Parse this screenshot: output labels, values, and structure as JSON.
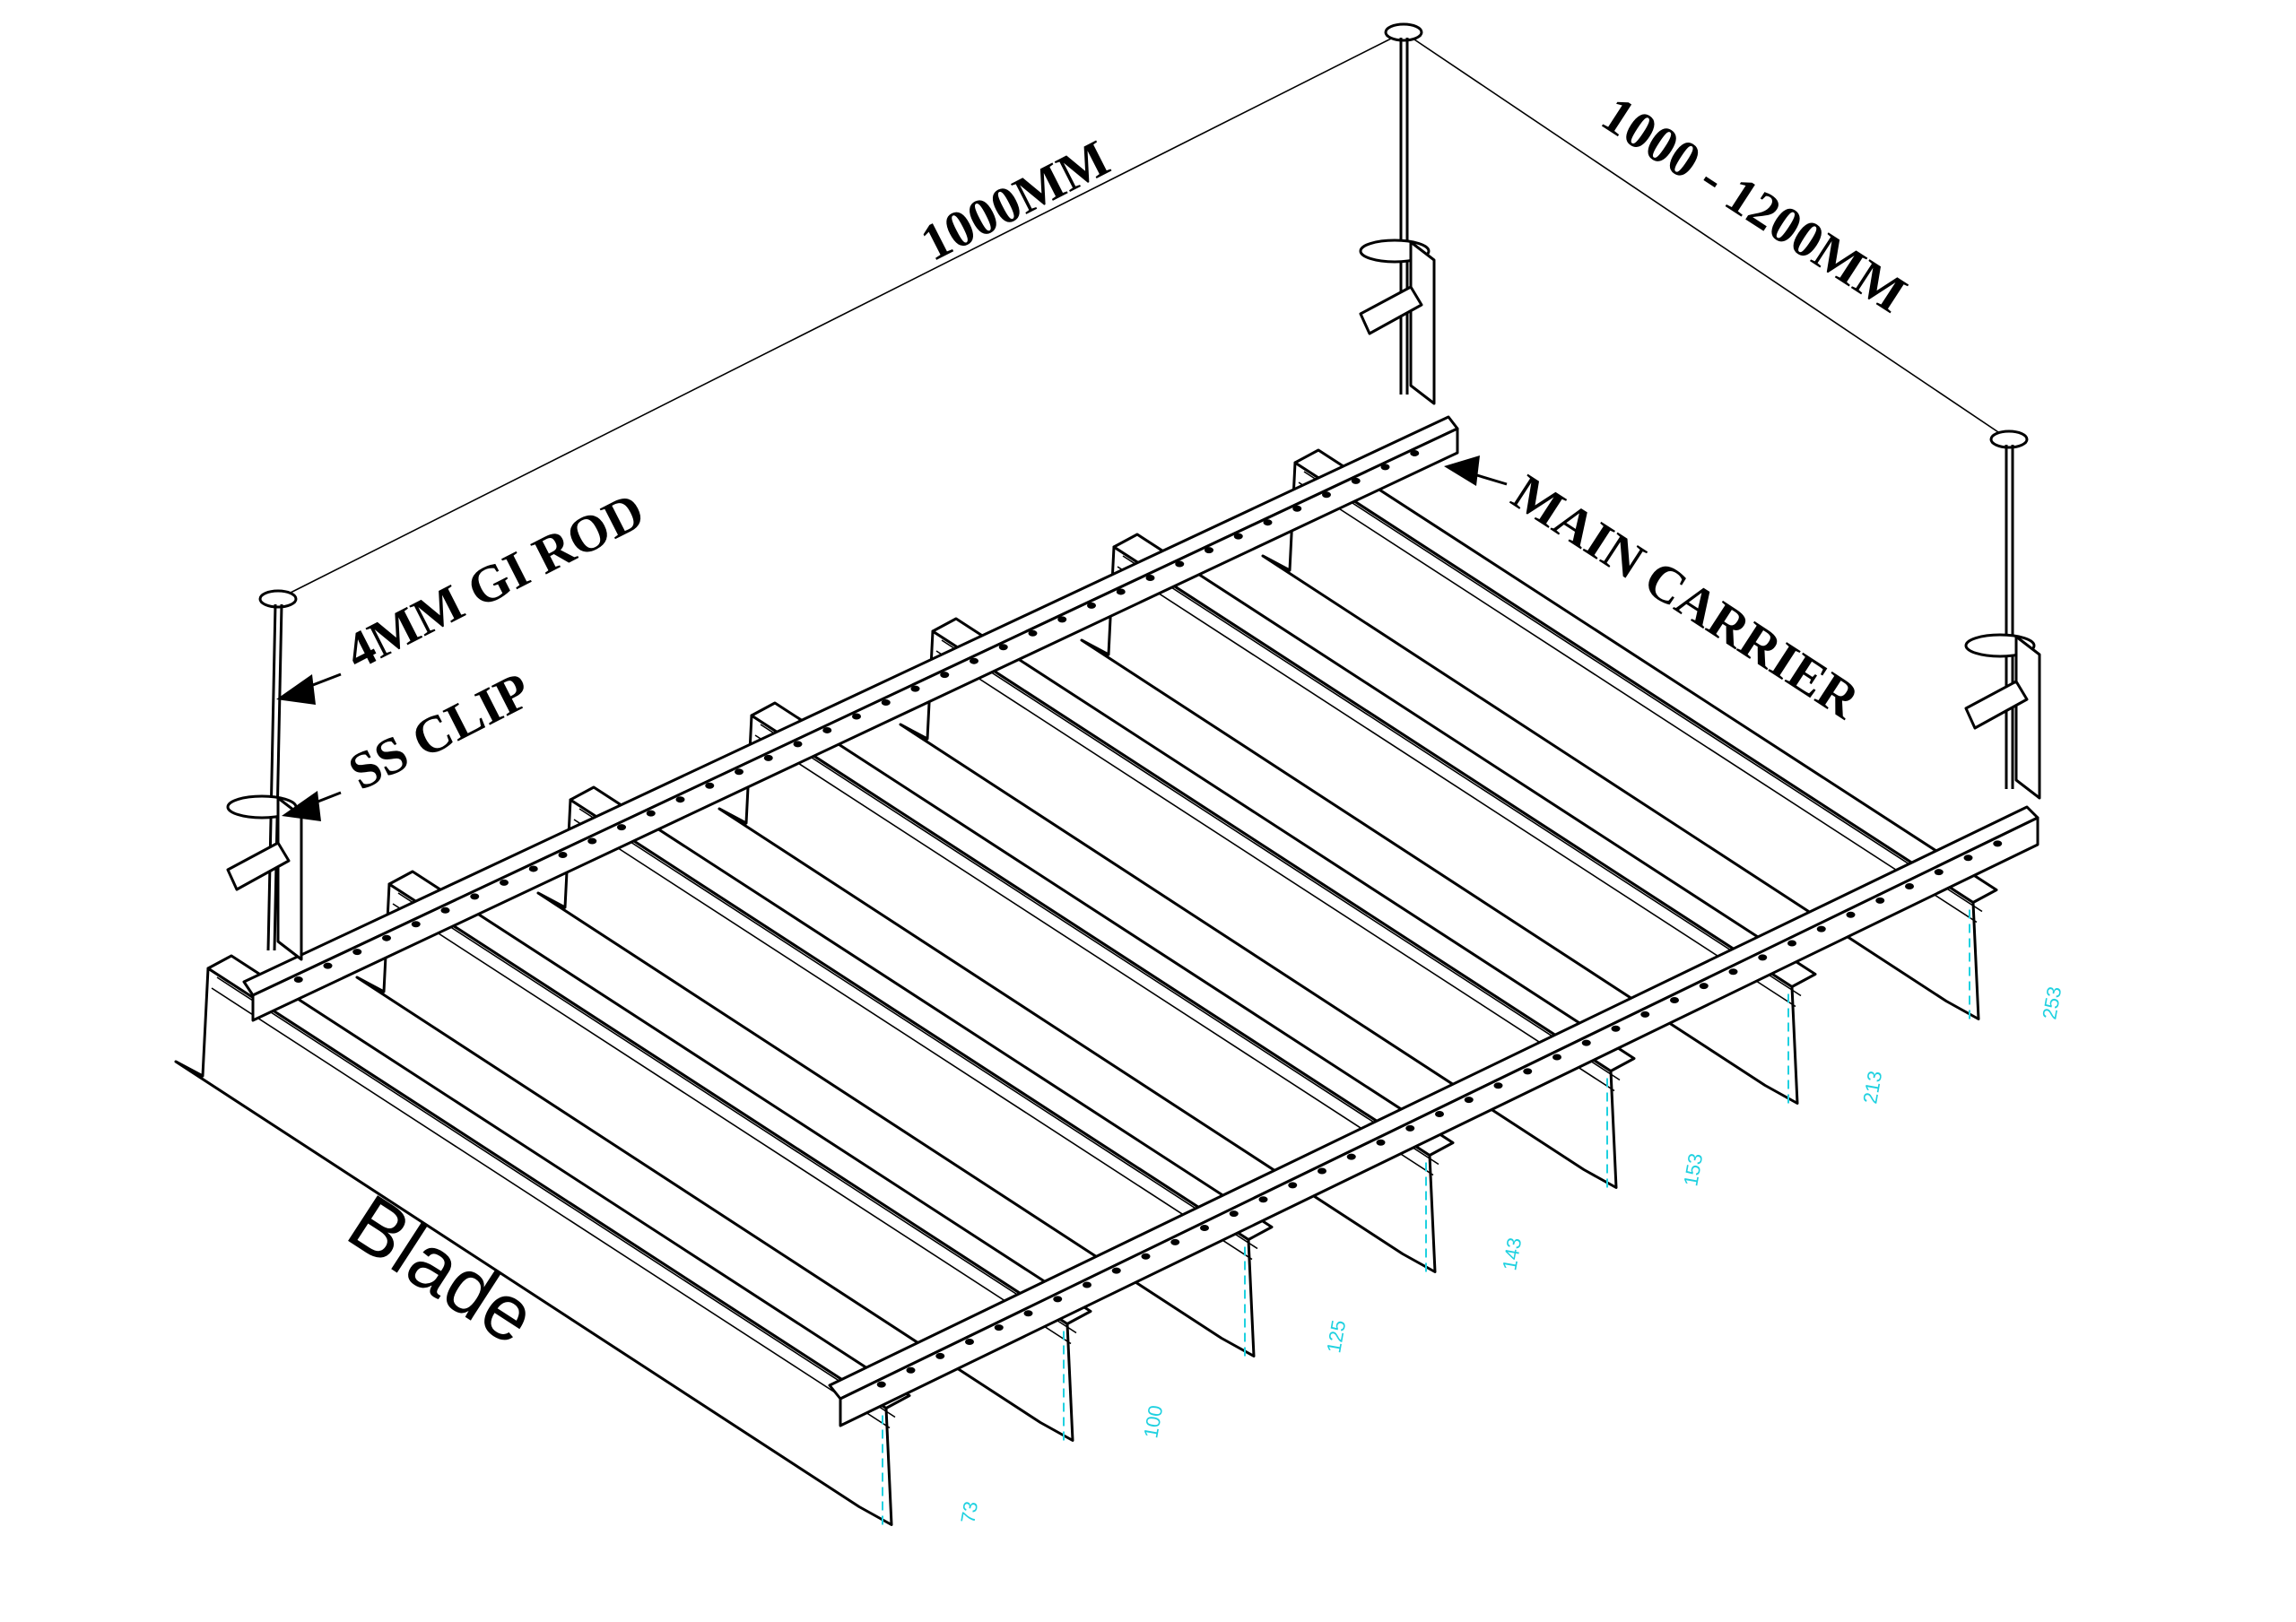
{
  "labels": {
    "width": "1000MM",
    "length": "1000 - 1200MM",
    "rod": "4MM GI ROD",
    "clip": "SS CLIP",
    "carrier": "MAIN CARRIER",
    "blade": "Blade"
  },
  "blade_heights": [
    "73",
    "100",
    "125",
    "143",
    "153",
    "213",
    "253"
  ],
  "colors": {
    "line": "#000000",
    "dimension": "#1fd1e0",
    "background": "#ffffff"
  }
}
